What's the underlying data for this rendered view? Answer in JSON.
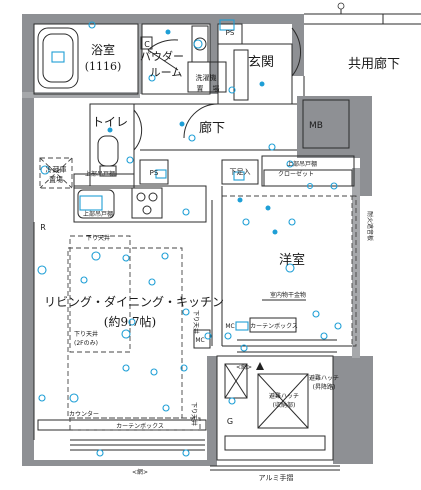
{
  "rooms": {
    "bath": "浴室",
    "bath_size": "(1116)",
    "powder": "パウダー",
    "powder2": "ルーム",
    "entrance": "玄関",
    "common_corridor": "共用廊下",
    "toilet": "トイレ",
    "hallway": "廊下",
    "bedroom": "洋室",
    "ldk": "リビング・ダイニング・キッチン",
    "ldk_size": "(約9.7帖)"
  },
  "labels": {
    "ps_upper": "PS",
    "ps_lower": "PS",
    "mb": "MB",
    "c": "C",
    "washer": "洗濯機",
    "washer2": "置",
    "washer3": "場",
    "fridge": "冷蔵庫",
    "fridge2": "置場",
    "shoebox": "下足入",
    "upper_closet": "上部吊戸棚",
    "closet": "クローゼット",
    "ceiling_drop_top": "下り天井",
    "ceiling_drop_right": "下り天井",
    "ceiling_drop_left": "下り天井",
    "ceiling_drop_left2": "(2Fのみ)",
    "ceiling_drop_bottom": "下り天井",
    "curtain_box": "カーテンボックス",
    "curtain_box_bed": "カーテンボックス",
    "counter": "カウンター",
    "indoor_dryer": "室内物干金物",
    "mesh_left": "<網>",
    "mesh_center": "<網>",
    "aluminum_rail": "アルミ手摺",
    "fire_door": "耐火遮音板",
    "hatch_upper": "避難ハッチ",
    "hatch_upper2": "(昇降路)",
    "hatch_lower": "避難ハッチ",
    "hatch_lower2": "(収納部)",
    "r_mark": "R",
    "g_mark": "G",
    "mc_living": "MC",
    "mc_bed": "MC",
    "upper_hanging": "上部吊戸棚",
    "ih_label": "上部吊戸棚"
  }
}
